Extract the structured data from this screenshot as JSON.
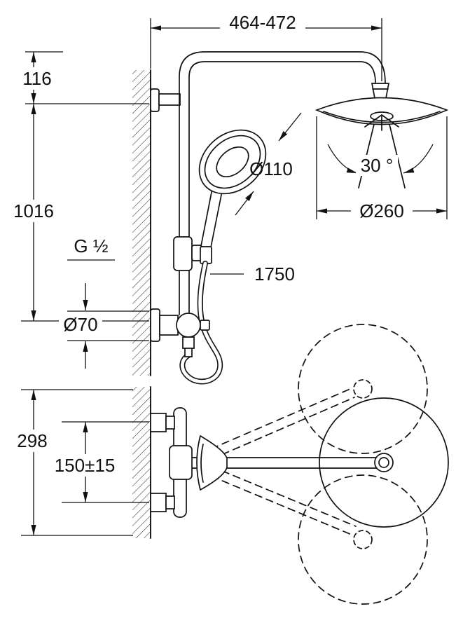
{
  "colors": {
    "line": "#111111",
    "background": "#ffffff"
  },
  "labels": {
    "width_range": "464-472",
    "top_offset": "116",
    "rail_height": "1016",
    "thread_size": "G ½",
    "escutcheon_diameter": "Ø70",
    "hose_length": "1750",
    "hand_shower_diameter": "Ø110",
    "swivel_angle": "30 °",
    "head_shower_diameter": "Ø260",
    "plan_height": "298",
    "inlet_spacing": "150±15"
  }
}
